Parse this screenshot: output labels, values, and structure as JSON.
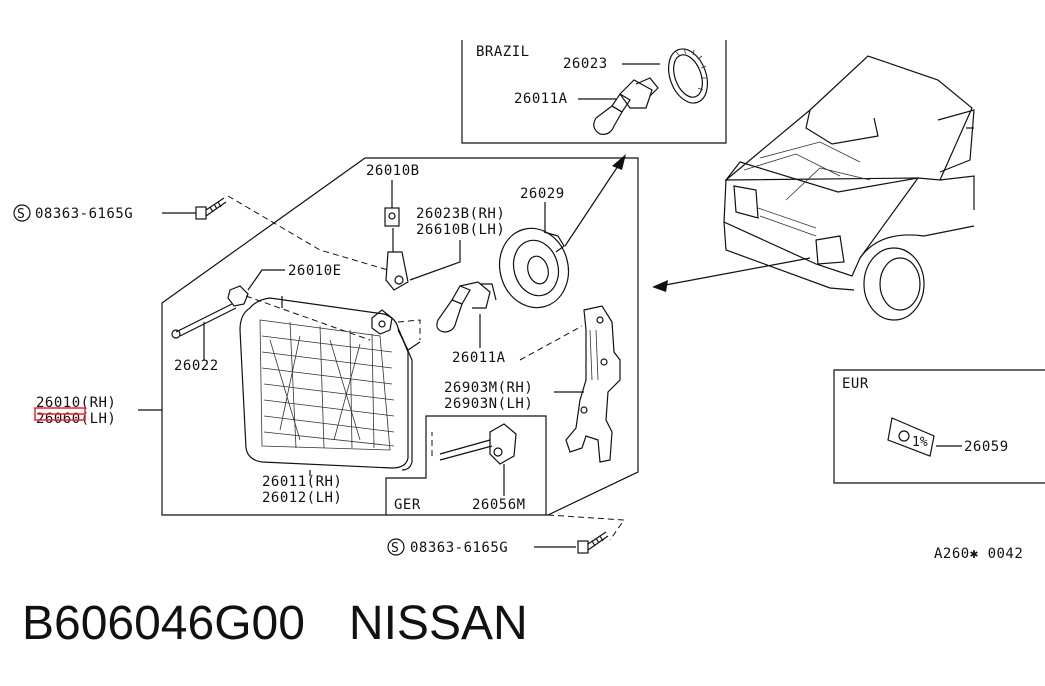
{
  "labels": {
    "brazil": "BRAZIL",
    "p26023": "26023",
    "p26011a_top": "26011A",
    "p26010b": "26010B",
    "p26029": "26029",
    "p26023b": "26023B(RH)",
    "p26610b": "26610B(LH)",
    "p26010e": "26010E",
    "p26022": "26022",
    "p26011a": "26011A",
    "p26903m": "26903M(RH)",
    "p26903n": "26903N(LH)",
    "p26010": "26010(RH)",
    "p26060": "26060(LH)",
    "p26011": "26011(RH)",
    "p26012": "26012(LH)",
    "ger": "GER",
    "p26056m": "26056M",
    "bolt_top": "08363-6165G",
    "bolt_bottom": "08363-6165G",
    "eur": "EUR",
    "p26059": "26059",
    "ref_code": "A260✱ 0042",
    "s_mark": "S"
  },
  "footer": {
    "part_number": "B606046G00",
    "brand": "NISSAN"
  },
  "colors": {
    "line": "#111111",
    "highlight": "#e8232a"
  }
}
